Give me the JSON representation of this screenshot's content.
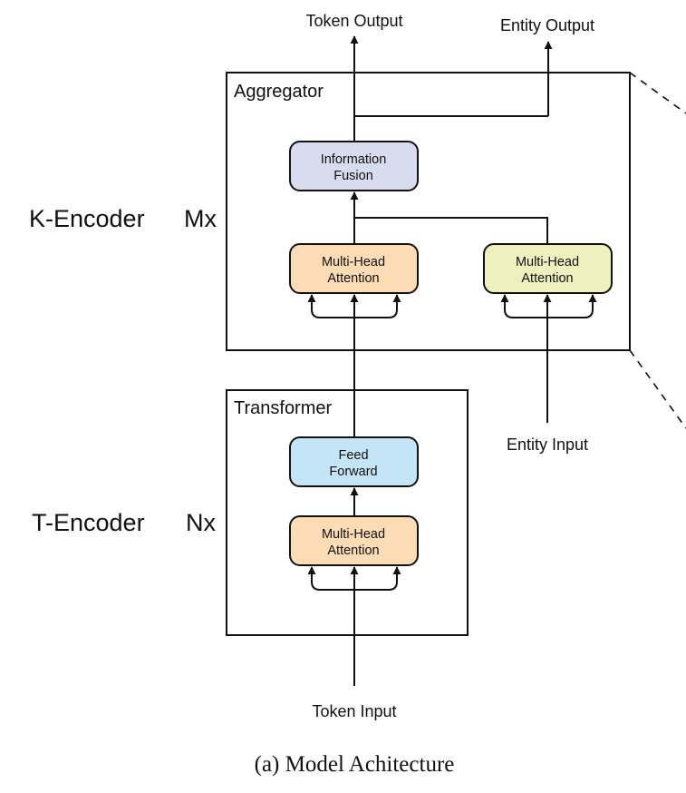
{
  "labels": {
    "token_output": "Token Output",
    "entity_output": "Entity Output",
    "aggregator": "Aggregator",
    "info_fusion_line1": "Information",
    "info_fusion_line2": "Fusion",
    "k_encoder": "K-Encoder",
    "mx": "Mx",
    "mha_line1": "Multi-Head",
    "mha_line2": "Attention",
    "transformer": "Transformer",
    "ff_line1": "Feed",
    "ff_line2": "Forward",
    "t_encoder": "T-Encoder",
    "nx": "Nx",
    "entity_input": "Entity Input",
    "token_input": "Token Input",
    "caption": "(a) Model Achitecture"
  },
  "colors": {
    "info_fusion": "#d9dcee",
    "attention_token": "#fcdcb4",
    "attention_entity": "#eef0bd",
    "feed_forward": "#c4e5f5",
    "stroke": "#111111"
  }
}
